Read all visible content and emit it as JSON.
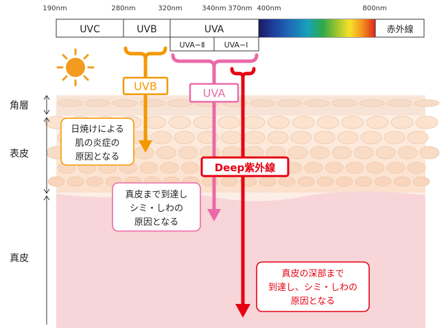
{
  "spectrum": {
    "wavelengths": [
      "190nm",
      "280nm",
      "320nm",
      "340nm",
      "370nm",
      "400nm",
      "800nm"
    ],
    "bands": {
      "uvc": "UVC",
      "uvb": "UVB",
      "uva": "UVA",
      "uva2": "UVA−Ⅱ",
      "uva1": "UVA−Ⅰ",
      "infrared": "赤外線"
    }
  },
  "layers": {
    "stratum_corneum": "角層",
    "epidermis": "表皮",
    "dermis": "真皮"
  },
  "arrows": {
    "uvb": "UVB",
    "uva": "UVA",
    "deep": "Deep紫外線"
  },
  "notes": {
    "uvb": [
      "日焼けによる",
      "肌の炎症の",
      "原因となる"
    ],
    "uva": [
      "真皮まで到達し",
      "シミ・しわの",
      "原因となる"
    ],
    "deep": [
      "真皮の深部まで",
      "到達し、シミ・しわの",
      "原因となる"
    ]
  },
  "colors": {
    "uvb": "#f39800",
    "uva": "#ea6aa8",
    "deep": "#e60012",
    "dermis": "#f8d9dc",
    "epidermis": "#fce3d2"
  }
}
